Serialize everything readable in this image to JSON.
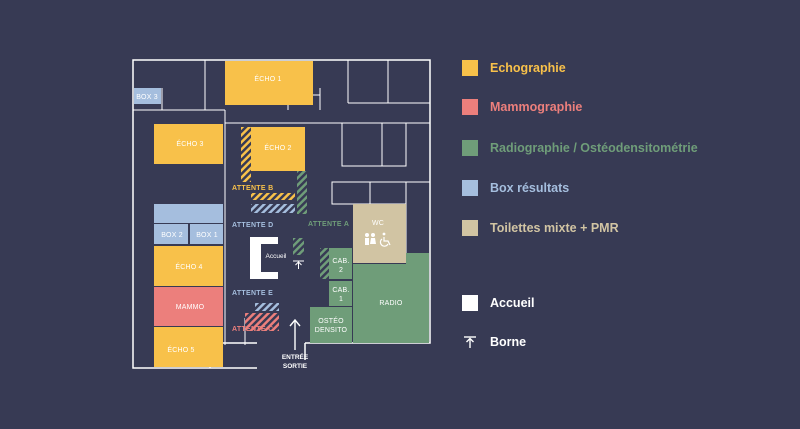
{
  "colors": {
    "background": "#373a54",
    "wall": "#ffffff",
    "echographie": "#f8c14a",
    "mammographie": "#ec7f7c",
    "radiographie": "#6f9d79",
    "box_resultats": "#a5bede",
    "toilettes": "#d1c4a3",
    "accueil": "#ffffff"
  },
  "rooms": {
    "echo1": "ÉCHO 1",
    "echo2": "ÉCHO 2",
    "echo3": "ÉCHO 3",
    "echo4": "ÉCHO 4",
    "echo5": "ÉCHO 5",
    "box1": "BOX 1",
    "box2": "BOX 2",
    "box3": "BOX 3",
    "mammo": "MAMMO",
    "radio": "RADIO",
    "cab1_line1": "CAB.",
    "cab1_line2": "1",
    "cab2_line1": "CAB.",
    "cab2_line2": "2",
    "osteo_line1": "OSTÉO",
    "osteo_line2": "DENSITO",
    "wc": "WC",
    "accueil": "Accueil"
  },
  "waiting": {
    "a": "ATTENTE A",
    "b": "ATTENTE B",
    "c": "ATTENTE C",
    "d": "ATTENTE D",
    "e": "ATTENTE E"
  },
  "entrance": {
    "line1": "ENTRÉE",
    "line2": "SORTIE"
  },
  "legend": [
    {
      "label": "Echographie",
      "color": "#f8c14a"
    },
    {
      "label": "Mammographie",
      "color": "#ec7f7c"
    },
    {
      "label": "Radiographie / Ostéodensitométrie",
      "color": "#6f9d79"
    },
    {
      "label": "Box résultats",
      "color": "#a5bede"
    },
    {
      "label": "Toilettes mixte + PMR",
      "color": "#d1c4a3"
    },
    {
      "label": "Accueil",
      "color": "#ffffff"
    },
    {
      "label": "Borne",
      "icon": "borne-icon"
    }
  ]
}
